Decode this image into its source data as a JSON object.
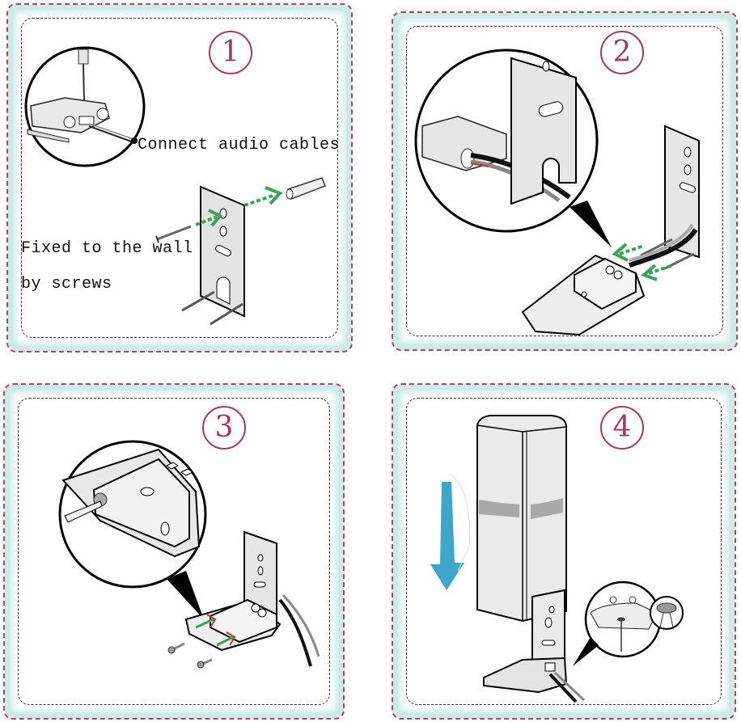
{
  "title": "Speaker wall mount installation steps",
  "colors": {
    "step_number": "#a13a63",
    "panel_border": "#a34a5f",
    "panel_glow": "#cfe9e6",
    "arrow_green": "#3aa35a",
    "arrow_red": "#c0392b",
    "arrow_blue": "#3ea6c8",
    "speaker_band": "#a9a9a9"
  },
  "steps": [
    {
      "number": "1",
      "labels": {
        "connect": "Connect audio cables",
        "fixed_line1": "Fixed to the wall",
        "fixed_line2": "by screws"
      },
      "icons": [
        "magnifier-inset-icon",
        "screwdriver-icon",
        "terminal-block-icon",
        "wall-bracket-icon",
        "screw-icon",
        "wall-anchor-icon",
        "green-arrow-icon"
      ]
    },
    {
      "number": "2",
      "icons": [
        "magnifier-inset-icon",
        "bracket-slot-icon",
        "cable-icon",
        "mount-base-icon",
        "green-arrow-icon"
      ]
    },
    {
      "number": "3",
      "icons": [
        "magnifier-inset-icon",
        "screwdriver-icon",
        "mount-base-icon",
        "screw-icon",
        "green-arrow-icon",
        "l-bracket-icon",
        "cable-icon"
      ]
    },
    {
      "number": "4",
      "icons": [
        "speaker-icon",
        "blue-down-arrow-icon",
        "l-bracket-icon",
        "magnifier-inset-icon",
        "cable-icon"
      ]
    }
  ]
}
